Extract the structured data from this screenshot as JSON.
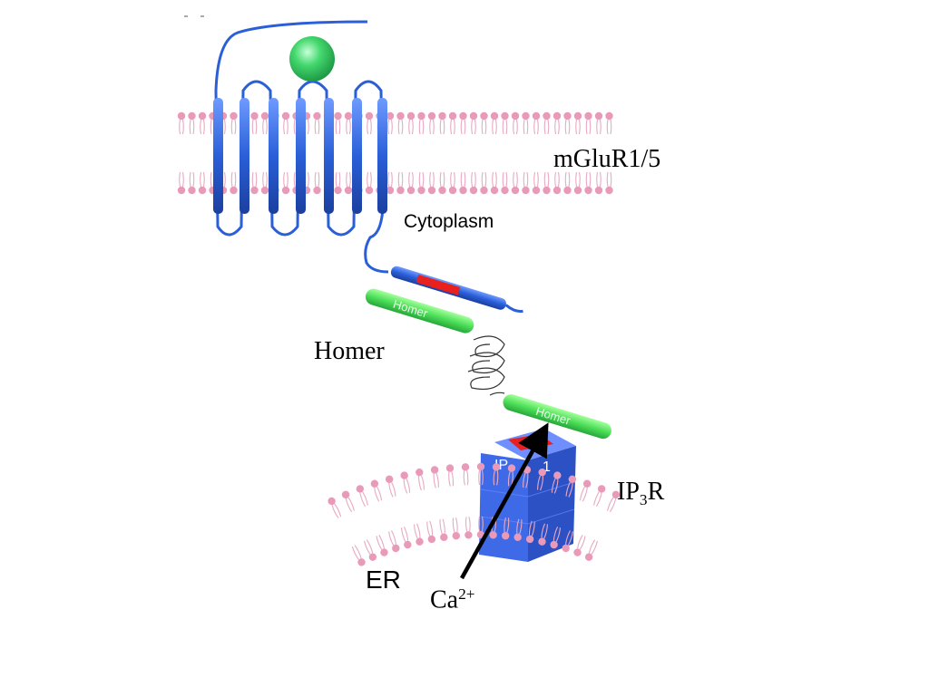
{
  "labels": {
    "receptor": "mGluR1/5",
    "cytoplasm": "Cytoplasm",
    "homer": "Homer",
    "homer_domain": "Homer",
    "ip3r_base": "IP",
    "ip3r_sub": "3",
    "ip3r_suffix": "R",
    "ip3r_box": "IP",
    "ip3r_box_num": "1",
    "er": "ER",
    "calcium_base": "Ca",
    "calcium_sup": "2+"
  },
  "colors": {
    "membrane": "#e89ab8",
    "receptor_blue": "#2a5fd8",
    "ligand_green": "#33cc66",
    "homer_green": "#4fe05a",
    "binding_red": "#e8201e",
    "arrow": "#000000"
  }
}
